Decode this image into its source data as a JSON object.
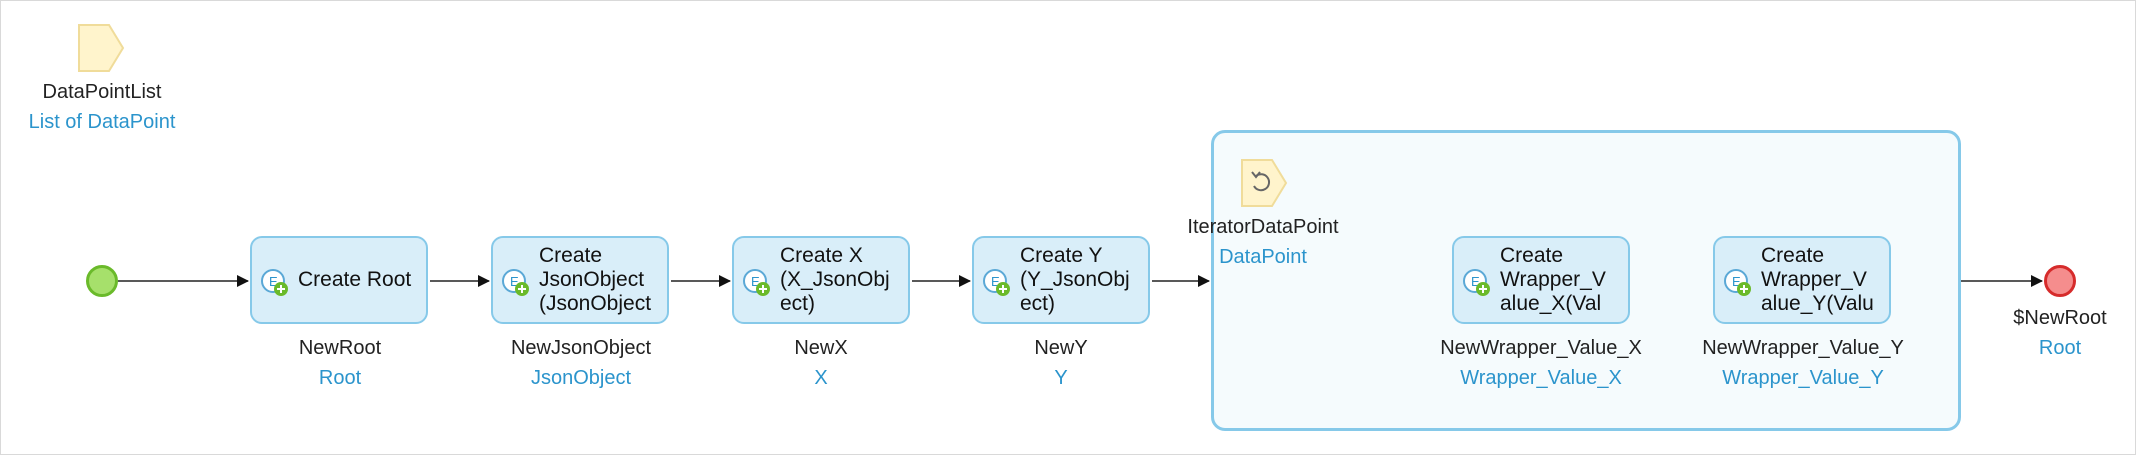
{
  "parameter": {
    "name": "DataPointList",
    "type": "List of DataPoint",
    "icon": "parameter-icon"
  },
  "activities": [
    {
      "id": "create-root",
      "label": "Create Root",
      "variable": "NewRoot",
      "type": "Root",
      "icon": "create-object-icon"
    },
    {
      "id": "create-jsonobject",
      "label": "Create\nJsonObject\n(JsonObject",
      "variable": "NewJsonObject",
      "type": "JsonObject",
      "icon": "create-object-icon"
    },
    {
      "id": "create-x",
      "label": "Create X\n(X_JsonObj\nect)",
      "variable": "NewX",
      "type": "X",
      "icon": "create-object-icon"
    },
    {
      "id": "create-y",
      "label": "Create Y\n(Y_JsonObj\nect)",
      "variable": "NewY",
      "type": "Y",
      "icon": "create-object-icon"
    }
  ],
  "loop": {
    "iterator_name": "IteratorDataPoint",
    "iterator_type": "DataPoint",
    "icon": "loop-iterator-icon",
    "activities": [
      {
        "id": "create-wrapper-x",
        "label": "Create\nWrapper_V\nalue_X(Val",
        "variable": "NewWrapper_Value_X",
        "type": "Wrapper_Value_X",
        "icon": "create-object-icon"
      },
      {
        "id": "create-wrapper-y",
        "label": "Create\nWrapper_V\nalue_Y(Valu",
        "variable": "NewWrapper_Value_Y",
        "type": "Wrapper_Value_Y",
        "icon": "create-object-icon"
      }
    ]
  },
  "end_event": {
    "return_value": "$NewRoot",
    "return_type": "Root"
  },
  "colors": {
    "activity_fill": "#d9eef9",
    "activity_border": "#86c9e9",
    "type_text": "#2b94cc",
    "start_event": "#a6e06b",
    "end_event": "#f58d8d",
    "parameter_fill": "#fff4cc"
  }
}
